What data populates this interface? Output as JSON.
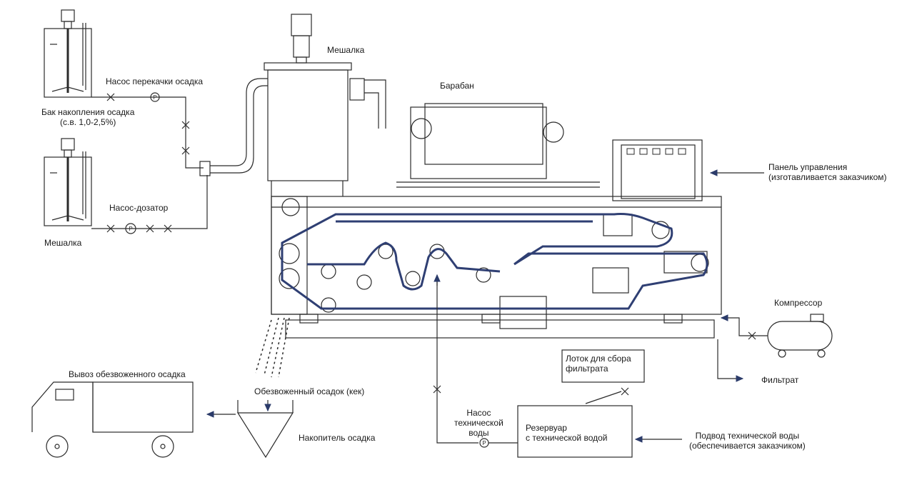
{
  "labels": {
    "mixer_top": "Мешалка",
    "drum": "Барабан",
    "transfer_pump": "Насос перекачки осадка",
    "storage_tank_1": "Бак накопления осадка",
    "storage_tank_2": "(с.в. 1,0-2,5%)",
    "dosing_pump": "Насос-дозатор",
    "mixer_left": "Мешалка",
    "control_panel_1": "Панель управления",
    "control_panel_2": "(изготавливается заказчиком)",
    "compressor": "Компрессор",
    "filtrate_tray_1": "Лоток для сбора",
    "filtrate_tray_2": "фильтрата",
    "filtrate": "Фильтрат",
    "cake_removal": "Вывоз обезвоженного осадка",
    "cake": "Обезвоженный осадок (кек)",
    "sludge_hopper": "Накопитель осадка",
    "tech_pump_1": "Насос",
    "tech_pump_2": "технической",
    "tech_pump_3": "воды",
    "reservoir_1": "Резервуар",
    "reservoir_2": "с технической водой",
    "water_supply_1": "Подвод технической воды",
    "water_supply_2": "(обеспечивается заказчиком)"
  },
  "pump_symbol": "P",
  "colors": {
    "line": "#2b2b2b",
    "belt": "#2f3f73",
    "arrow": "#2b3b6a"
  }
}
